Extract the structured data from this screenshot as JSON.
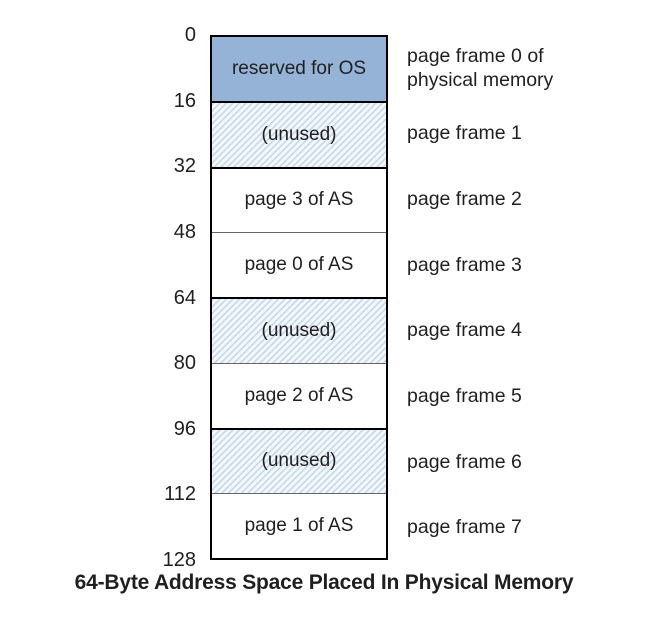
{
  "title_caption": "64-Byte Address Space Placed In Physical Memory",
  "memory_box": {
    "address_labels": [
      "0",
      "16",
      "32",
      "48",
      "64",
      "80",
      "96",
      "112",
      "128"
    ],
    "rows": [
      {
        "block_label": "reserved for OS",
        "fill": "os",
        "divider_below": "black",
        "frame_lines": [
          "page frame 0 of",
          "physical memory"
        ]
      },
      {
        "block_label": "(unused)",
        "fill": "hatched",
        "divider_below": "black",
        "frame_lines": [
          "page frame 1"
        ]
      },
      {
        "block_label": "page 3 of AS",
        "fill": "white",
        "divider_below": "gray",
        "frame_lines": [
          "page frame 2"
        ]
      },
      {
        "block_label": "page 0 of AS",
        "fill": "white",
        "divider_below": "black",
        "frame_lines": [
          "page frame 3"
        ]
      },
      {
        "block_label": "(unused)",
        "fill": "hatched",
        "divider_below": "gray",
        "frame_lines": [
          "page frame 4"
        ]
      },
      {
        "block_label": "page 2 of AS",
        "fill": "white",
        "divider_below": "black",
        "frame_lines": [
          "page frame 5"
        ]
      },
      {
        "block_label": "(unused)",
        "fill": "hatched",
        "divider_below": "gray",
        "frame_lines": [
          "page frame 6"
        ]
      },
      {
        "block_label": "page 1 of AS",
        "fill": "white",
        "divider_below": "none",
        "frame_lines": [
          "page frame 7"
        ]
      }
    ]
  },
  "colors": {
    "reserved_fill": "#95b3d7",
    "hatch_stripe": "#c9d9ee",
    "hatch_background": "#f4f8fc",
    "outline_black": "#000000",
    "divider_gray": "#666666",
    "text_color": "#1f1f1f"
  }
}
